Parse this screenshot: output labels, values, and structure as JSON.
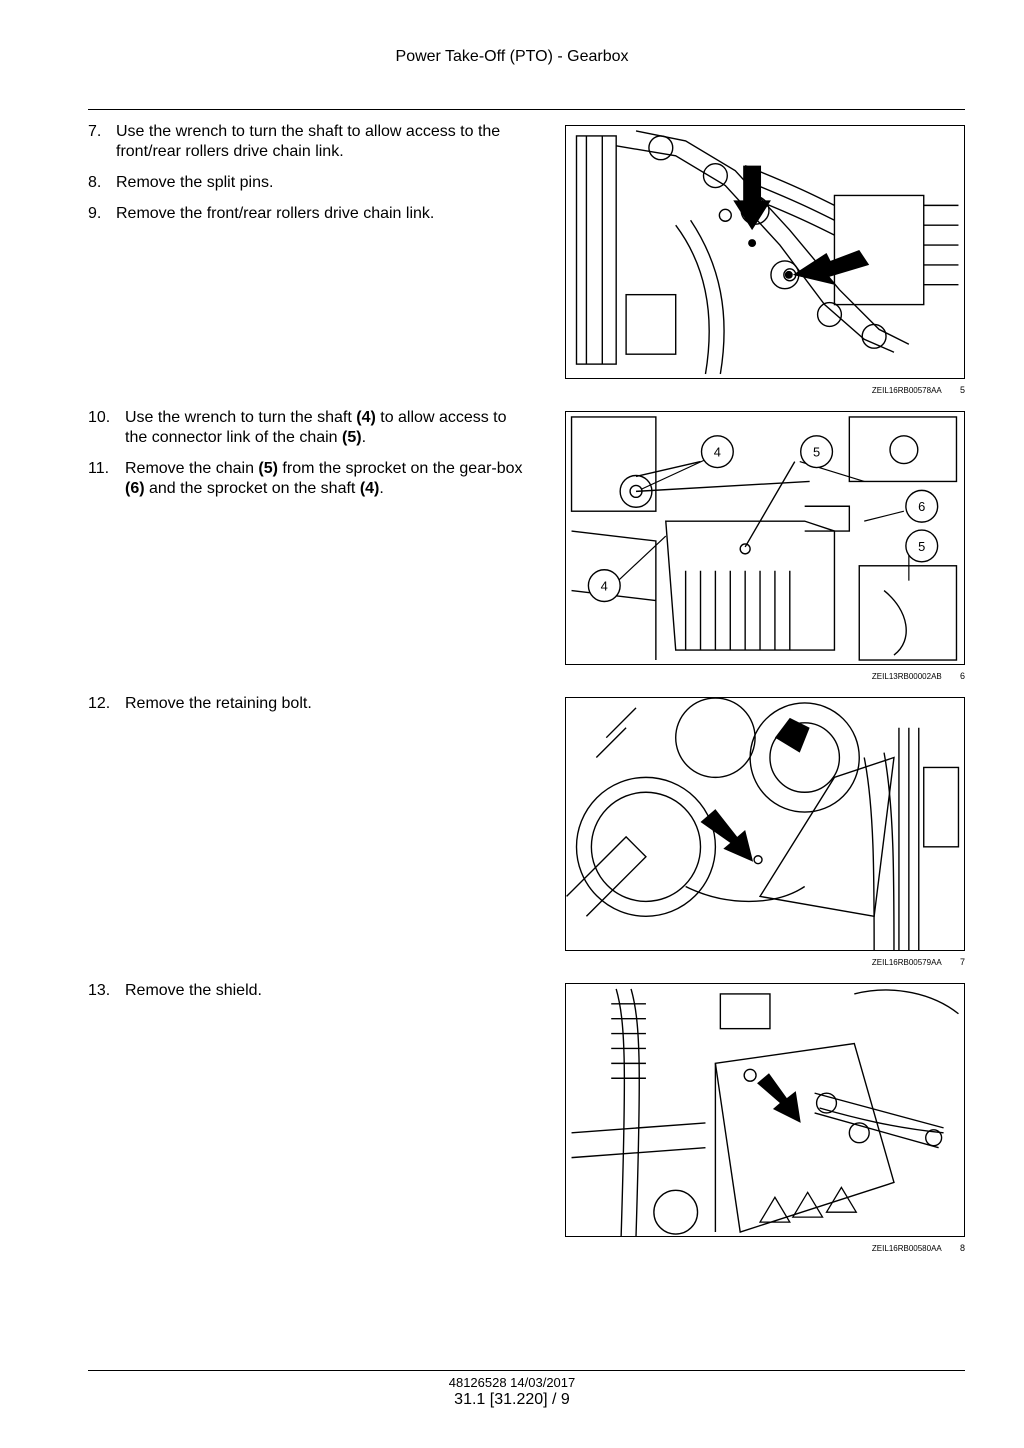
{
  "header": {
    "title": "Power Take-Off (PTO) - Gearbox"
  },
  "steps_a": [
    {
      "num": "7.",
      "text": "Use the wrench to turn the shaft to allow access to the front/rear rollers drive chain link."
    },
    {
      "num": "8.",
      "text": "Remove the split pins."
    },
    {
      "num": "9.",
      "text": "Remove the front/rear rollers drive chain link."
    }
  ],
  "steps_b": [
    {
      "num": "10.",
      "html": "Use the wrench to turn the shaft <b>(4)</b> to allow access to the connector link of the chain <b>(5)</b>."
    },
    {
      "num": "11.",
      "html": "Remove the chain <b>(5)</b> from the sprocket on the gear-box <b>(6)</b> and the sprocket on the shaft <b>(4)</b>."
    }
  ],
  "steps_c": [
    {
      "num": "12.",
      "text": "Remove the retaining bolt."
    }
  ],
  "steps_d": [
    {
      "num": "13.",
      "text": "Remove the shield."
    }
  ],
  "figures": [
    {
      "code": "ZEIL16RB00578AA",
      "number": "5"
    },
    {
      "code": "ZEIL13RB00002AB",
      "number": "6",
      "callouts": [
        "4",
        "5",
        "6",
        "5",
        "4"
      ]
    },
    {
      "code": "ZEIL16RB00579AA",
      "number": "7"
    },
    {
      "code": "ZEIL16RB00580AA",
      "number": "8"
    }
  ],
  "footer": {
    "doc": "48126528 14/03/2017",
    "page": "31.1 [31.220] / 9"
  }
}
